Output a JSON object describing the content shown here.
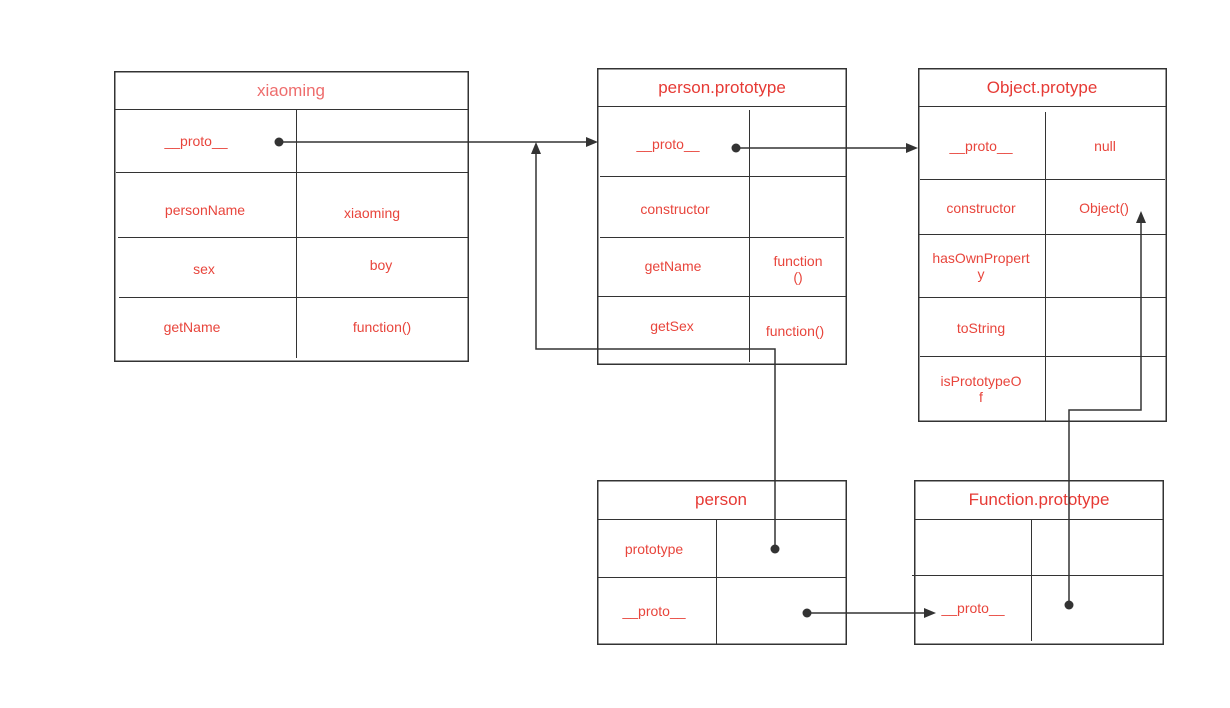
{
  "colors": {
    "line": "#333333",
    "title": "#e63a35",
    "subtitle": "#ee6d6d",
    "text": "#e8453c"
  },
  "objects": {
    "xiaoming": {
      "title": "xiaoming",
      "rows": [
        {
          "key": "__proto__"
        },
        {
          "key": "personName",
          "value": "xiaoming"
        },
        {
          "key": "sex",
          "value": "boy"
        },
        {
          "key": "getName",
          "value": "function()"
        }
      ]
    },
    "person_prototype": {
      "title": "person.prototype",
      "rows": [
        {
          "key": "__proto__"
        },
        {
          "key": "constructor"
        },
        {
          "key": "getName",
          "value": "function()"
        },
        {
          "key": "getSex",
          "value": "function()"
        }
      ]
    },
    "object_prototype": {
      "title": "Object.protype",
      "rows": [
        {
          "key": "__proto__",
          "value": "null"
        },
        {
          "key": "constructor",
          "value": "Object()"
        },
        {
          "key": "hasOwnProperty"
        },
        {
          "key": "toString"
        },
        {
          "key": "isPrototypeOf"
        }
      ]
    },
    "person": {
      "title": "person",
      "rows": [
        {
          "key": "prototype"
        },
        {
          "key": "__proto__"
        }
      ]
    },
    "function_prototype": {
      "title": "Function.prototype",
      "rows": [
        {},
        {
          "key": "__proto__"
        }
      ]
    }
  }
}
